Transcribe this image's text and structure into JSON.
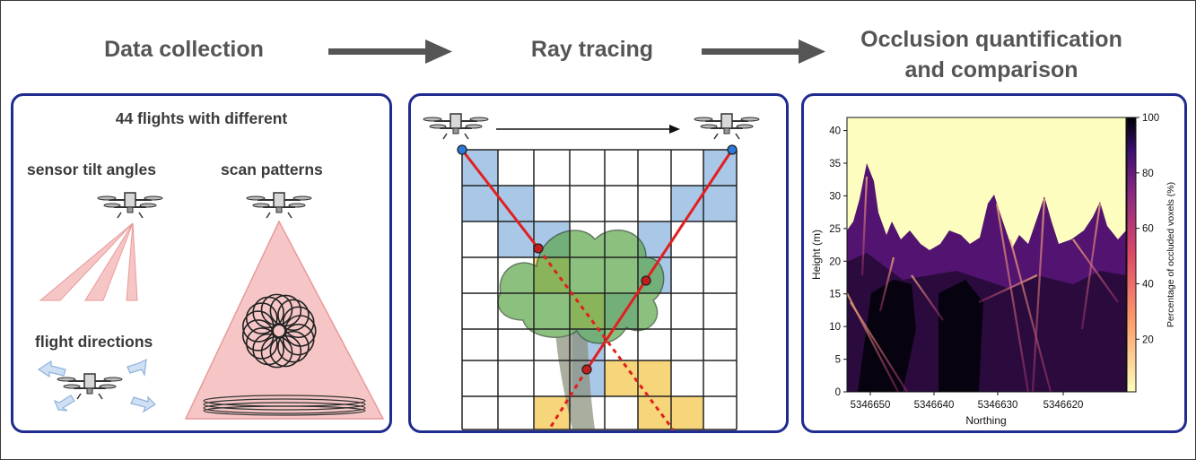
{
  "steps": [
    {
      "title": "Data collection"
    },
    {
      "title": "Ray tracing"
    },
    {
      "title_line1": "Occlusion quantification",
      "title_line2": "and comparison"
    }
  ],
  "panel1": {
    "heading": "44 flights with different",
    "tilt_label": "sensor tilt angles",
    "scan_label": "scan patterns",
    "direction_label": "flight directions"
  },
  "panel3_heatmap": {
    "ylabel": "Height (m)",
    "xlabel": "Northing",
    "colorbar_label": "Percentage of occluded voxels (%)",
    "y_ticks": [
      "0",
      "5",
      "10",
      "15",
      "20",
      "25",
      "30",
      "35",
      "40"
    ],
    "x_ticks": [
      "5346650",
      "5346640",
      "5346630",
      "5346620"
    ],
    "cbar_ticks": [
      "20",
      "40",
      "60",
      "80",
      "100"
    ]
  },
  "colors": {
    "panel_border": "#1f2b8f",
    "ray": "#e02020",
    "voxel_blue": "#a9c8e8",
    "voxel_yellow": "#f7d57a",
    "fan": "#f6c6c6",
    "arrow": "#555555"
  }
}
